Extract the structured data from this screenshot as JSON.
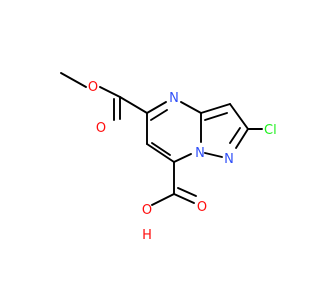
{
  "molecule": {
    "atoms": [
      {
        "id": "O_methyl",
        "label": "O",
        "color": "#ff0d0d"
      },
      {
        "id": "O_ester_carbonyl",
        "label": "O",
        "color": "#ff0d0d"
      },
      {
        "id": "N_pyrimidine",
        "label": "N",
        "color": "#3050f8"
      },
      {
        "id": "N_bridge",
        "label": "N",
        "color": "#3050f8"
      },
      {
        "id": "N_pyrazole",
        "label": "N",
        "color": "#3050f8"
      },
      {
        "id": "Cl",
        "label": "Cl",
        "color": "#1ff01f"
      },
      {
        "id": "O_acid_carbonyl",
        "label": "O",
        "color": "#ff0d0d"
      },
      {
        "id": "O_hydroxyl",
        "label": "O",
        "color": "#ff0d0d"
      },
      {
        "id": "H_hydroxyl",
        "label": "H",
        "color": "#ff0d0d"
      }
    ]
  }
}
